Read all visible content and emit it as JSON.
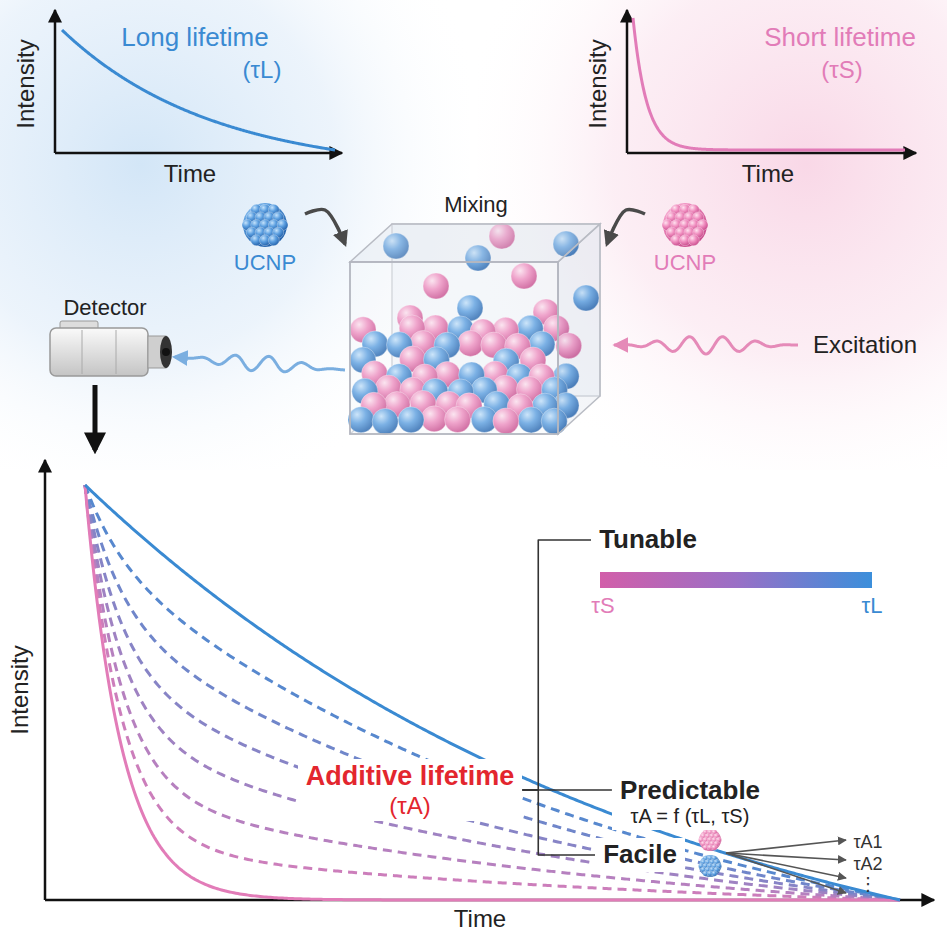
{
  "diagram": {
    "nodes": [
      {
        "text": [
          "UCNP"
        ]
      },
      {
        "text": [
          "UCNP"
        ]
      },
      {
        "text": [
          "Mixing"
        ]
      },
      {
        "text": [
          "Detector"
        ]
      },
      {
        "text": [
          "Intensity",
          "Time"
        ]
      },
      {
        "text": [
          "Additive lifetime",
          "(τA)"
        ],
        "in": 4
      },
      {
        "text": [
          "Tunable"
        ],
        "in": 4
      },
      {
        "text": [
          "Predictable",
          "τA = f (τL, τS)"
        ],
        "in": 4
      },
      {
        "text": [
          "Facile"
        ],
        "in": 4
      }
    ],
    "edges": [
      {
        "from": 0,
        "to": 2,
        "arrow": "to"
      },
      {
        "from": 1,
        "to": 2,
        "arrow": "to"
      },
      {
        "from": 2,
        "to": 3,
        "arrow": "to"
      },
      {
        "from": 3,
        "to": 4,
        "arrow": "to"
      },
      {
        "from": 5,
        "to": 6,
        "arrow": "none"
      },
      {
        "from": 5,
        "to": 7,
        "arrow": "none"
      },
      {
        "from": 5,
        "to": 8,
        "arrow": "none"
      }
    ],
    "labels": [
      "Intensity",
      "Time",
      "Long lifetime",
      "(τL)",
      "Intensity",
      "Time",
      "Short lifetime",
      "(τS)",
      "Excitation",
      "τS",
      "τL",
      "τA1",
      "τA2",
      "⋮"
    ]
  }
}
